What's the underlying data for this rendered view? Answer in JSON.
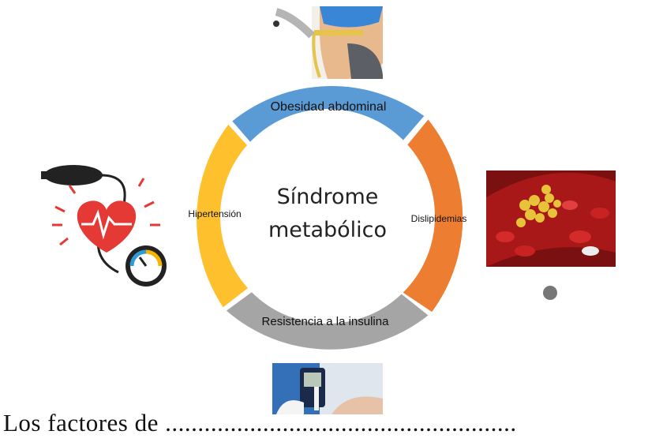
{
  "diagram": {
    "center": {
      "line1": "Síndrome",
      "line2": "metabólico"
    },
    "segments": [
      {
        "label": "Obesidad abdominal",
        "color": "#5b9bd5"
      },
      {
        "label": "Dislipidemias",
        "color": "#ed7d31"
      },
      {
        "label": "Resistencia a la insulina",
        "color": "#a5a5a5"
      },
      {
        "label": "Hipertensión",
        "color": "#ffc02e"
      }
    ]
  },
  "illustrations": {
    "top": "waist-measurement-photo",
    "left": "blood-pressure-heart-icon",
    "right": "blood-vessel-cholesterol-photo",
    "bottom": "glucose-meter-photo"
  },
  "footer_text": "Los factores de ......................................................"
}
